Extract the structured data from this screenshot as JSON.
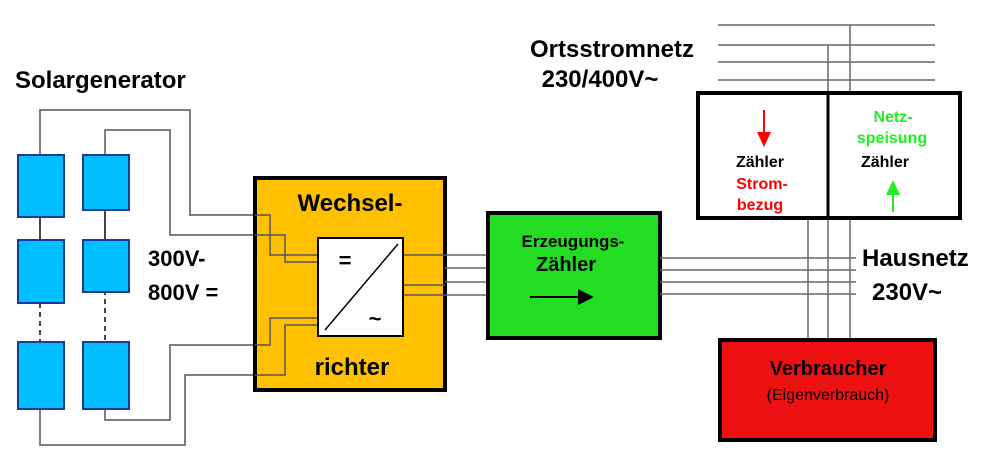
{
  "labels": {
    "solar_title": "Solargenerator",
    "voltage_line1": "300V-",
    "voltage_line2": "800V =",
    "inverter_top": "Wechsel-",
    "inverter_bottom": "richter",
    "inverter_dc": "=",
    "inverter_ac": "~",
    "prod_meter_line1": "Erzeugungs-",
    "prod_meter_line2": "Zähler",
    "grid_line1": "Ortsstromnetz",
    "grid_line2": "230/400V~",
    "meter_left_label": "Zähler",
    "meter_left_sub1": "Strom-",
    "meter_left_sub2": "bezug",
    "meter_right_sub1": "Netz-",
    "meter_right_sub2": "speisung",
    "meter_right_label": "Zähler",
    "house_line1": "Hausnetz",
    "house_line2": "230V~",
    "consumer_line1": "Verbraucher",
    "consumer_line2": "(Eigenverbrauch)"
  },
  "colors": {
    "panel": "#00bfff",
    "panel_border": "#1a3a9c",
    "inverter": "#ffc000",
    "prod_meter": "#22dd22",
    "consumer": "#ee1111",
    "arrow_down": "#ff0000",
    "arrow_up": "#22ee22",
    "red_text": "#ff0000",
    "green_text": "#22ee22"
  }
}
